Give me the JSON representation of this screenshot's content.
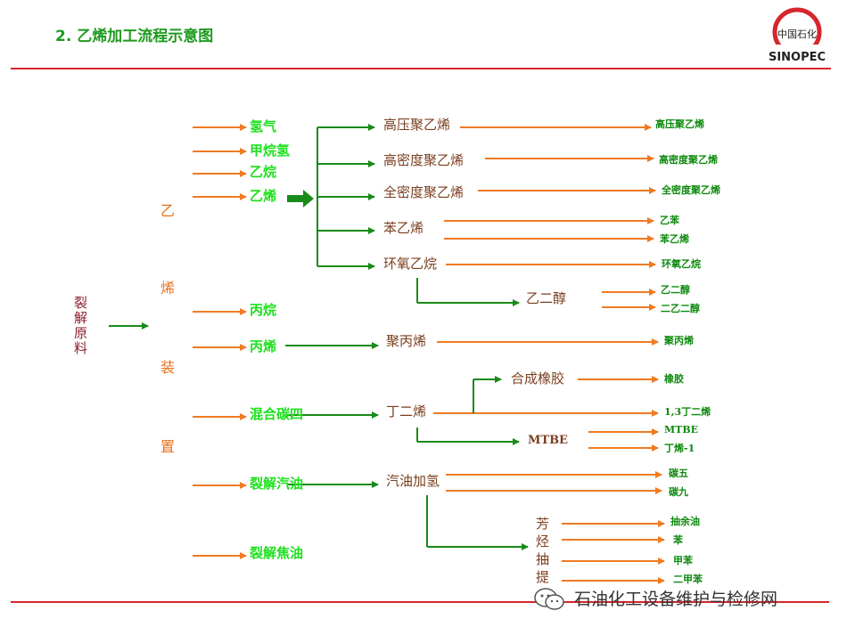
{
  "title": "2. 乙烯加工流程示意图",
  "logo": {
    "top_text": "中国石化",
    "brand_text": "SINOPEC"
  },
  "raw_material": "裂解原料",
  "unit_name": [
    "乙",
    "烯",
    "装",
    "置"
  ],
  "feeds": [
    "氢气",
    "甲烷氢",
    "乙烷",
    "乙烯",
    "丙烷",
    "丙烯",
    "混合碳四",
    "裂解汽油",
    "裂解焦油"
  ],
  "intermediates": {
    "ethylene": [
      "高压聚乙烯",
      "高密度聚乙烯",
      "全密度聚乙烯",
      "苯乙烯",
      "环氧乙烷"
    ],
    "glycol": "乙二醇",
    "propylene": "聚丙烯",
    "c4": "丁二烯",
    "rubber": "合成橡胶",
    "mtbe": "MTBE",
    "gasoline": "汽油加氢",
    "aromatics": [
      "芳",
      "烃",
      "抽",
      "提"
    ]
  },
  "products": [
    "高压聚乙烯",
    "高密度聚乙烯",
    "全密度聚乙烯",
    "乙苯",
    "苯乙烯",
    "环氧乙烷",
    "乙二醇",
    "二乙二醇",
    "聚丙烯",
    "橡胶",
    "1,3丁二烯",
    "MTBE",
    "丁烯-1",
    "碳五",
    "碳九",
    "抽余油",
    "苯",
    "甲苯",
    "二甲苯"
  ],
  "watermark": "石油化工设备维护与检修网",
  "colors": {
    "title": "#1e9a1e",
    "rule": "#d6262c",
    "orange_arrow": "#f07a22",
    "green_arrow": "#1a8a1a",
    "feed_text": "#1ee01e",
    "intermediate_text": "#7a3e1e",
    "product_text": "#0e8a0e"
  }
}
